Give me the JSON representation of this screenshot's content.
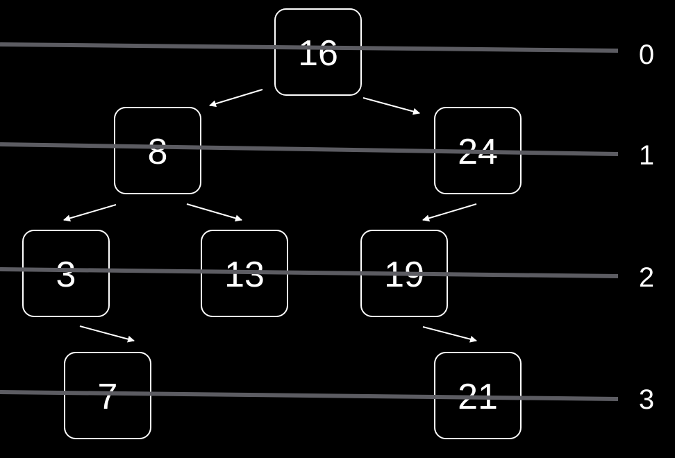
{
  "diagram": {
    "type": "binary-search-tree",
    "colors": {
      "background": "#000000",
      "node_stroke": "#ffffff",
      "text": "#ffffff",
      "level_line": "#5c5c62",
      "arrow": "#ffffff"
    },
    "levels": [
      "0",
      "1",
      "2",
      "3"
    ],
    "nodes": [
      {
        "id": "n16",
        "label": "16",
        "level": 0
      },
      {
        "id": "n8",
        "label": "8",
        "level": 1
      },
      {
        "id": "n24",
        "label": "24",
        "level": 1
      },
      {
        "id": "n3",
        "label": "3",
        "level": 2
      },
      {
        "id": "n13",
        "label": "13",
        "level": 2
      },
      {
        "id": "n19",
        "label": "19",
        "level": 2
      },
      {
        "id": "n7",
        "label": "7",
        "level": 3
      },
      {
        "id": "n21",
        "label": "21",
        "level": 3
      }
    ],
    "edges": [
      {
        "from": "n16",
        "to": "n8"
      },
      {
        "from": "n16",
        "to": "n24"
      },
      {
        "from": "n8",
        "to": "n3"
      },
      {
        "from": "n8",
        "to": "n13"
      },
      {
        "from": "n24",
        "to": "n19"
      },
      {
        "from": "n3",
        "to": "n7"
      },
      {
        "from": "n19",
        "to": "n21"
      }
    ]
  }
}
